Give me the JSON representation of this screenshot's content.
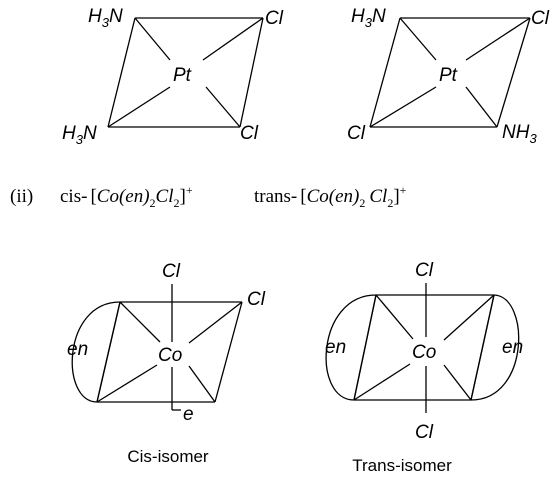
{
  "platinum_cis": {
    "top_left": "H",
    "top_left_sub": "3",
    "top_left_tail": "N",
    "top_right": "Cl",
    "center": "Pt",
    "bottom_left": "H",
    "bottom_left_sub": "3",
    "bottom_left_tail": "N",
    "bottom_right": "Cl"
  },
  "platinum_trans": {
    "top_left": "H",
    "top_left_sub": "3",
    "top_left_tail": "N",
    "top_right": "Cl",
    "center": "Pt",
    "bottom_left": "Cl",
    "bottom_right": "NH",
    "bottom_right_sub": "3"
  },
  "equation": {
    "number": "(ii)",
    "cis_prefix": "cis-",
    "cis_open": "[",
    "cis_metal": "Co",
    "cis_ligand": "(en)",
    "cis_ligand_sub": "2",
    "cis_halide": "Cl",
    "cis_halide_sub": "2",
    "cis_close": "]",
    "cis_charge": "+",
    "trans_prefix": "trans-",
    "trans_open": "[",
    "trans_metal": "Co",
    "trans_ligand": "(en)",
    "trans_ligand_sub": "2",
    "trans_halide": "Cl",
    "trans_halide_sub": "2",
    "trans_close": "]",
    "trans_charge": "+"
  },
  "cobalt_cis": {
    "top": "Cl",
    "top_right": "Cl",
    "center": "Co",
    "left_ligand": "en",
    "bottom_ligand": "e",
    "caption": "Cis-isomer"
  },
  "cobalt_trans": {
    "top": "Cl",
    "center": "Co",
    "left_ligand": "en",
    "right_ligand": "en",
    "bottom": "Cl",
    "caption": "Trans-isomer"
  }
}
